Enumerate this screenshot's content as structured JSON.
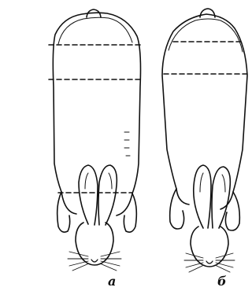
{
  "figure": {
    "panels": [
      {
        "id": "a",
        "label": "а",
        "dashed_lines": 3
      },
      {
        "id": "b",
        "label": "б",
        "dashed_lines": 2
      }
    ],
    "colors": {
      "stroke": "#111111",
      "background": "#ffffff"
    }
  }
}
